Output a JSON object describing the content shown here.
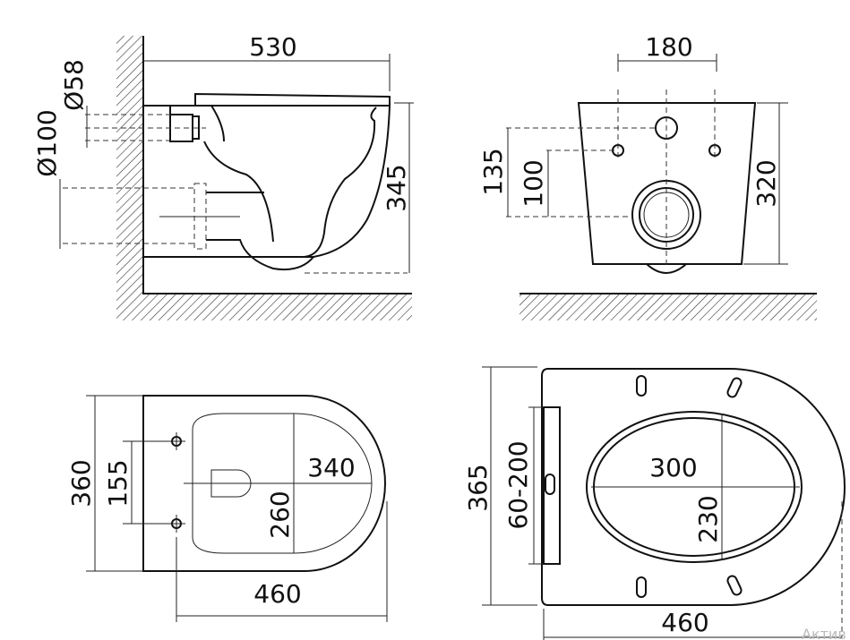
{
  "side_view": {
    "width_label": "530",
    "height_label": "345",
    "d58_label": "Ø58",
    "d100_label": "Ø100"
  },
  "front_view": {
    "hole_spacing_label": "180",
    "height_135_label": "135",
    "height_100_label": "100",
    "height_label": "320"
  },
  "top_view": {
    "width_label": "360",
    "hole_spacing_label": "155",
    "inner_length_label": "340",
    "inner_width_label": "260",
    "length_label": "460"
  },
  "seat_view": {
    "length_label": "365",
    "hinge_range_label": "60-200",
    "inner_length_label": "300",
    "inner_width_label": "230",
    "width_label": "460"
  },
  "watermark": "Актив"
}
